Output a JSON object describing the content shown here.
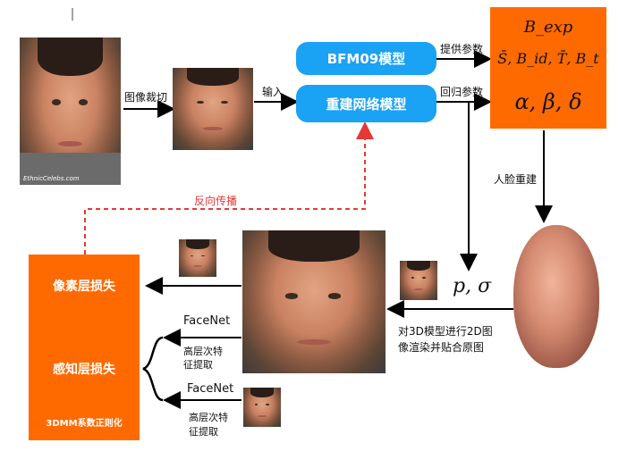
{
  "labels": {
    "crop": "图像裁切",
    "input": "输入",
    "provide_params": "提供参数",
    "regress_params": "回归参数",
    "face_recon": "人脸重建",
    "backprop": "反向传播",
    "render_line1": "对3D模型进行2D图",
    "render_line2": "像渲染并贴合原图",
    "facenet_1": "FaceNet",
    "facenet_2": "FaceNet",
    "feat_1_line1": "高层次特",
    "feat_1_line2": "征提取",
    "feat_2_line1": "高层次特",
    "feat_2_line2": "征提取"
  },
  "buttons": {
    "bfm": "BFM09模型",
    "network": "重建网络模型"
  },
  "param_box": {
    "line1": "B_exp",
    "line2": "S̄, B_id, T̄, B_t",
    "line3": "α, β, δ"
  },
  "loss_box": {
    "pixel_loss": "像素层损失",
    "perceptual_loss": "感知层损失",
    "regularization": "3DMM系数正则化"
  },
  "pose_symbols": "p, σ",
  "watermark": "EthnicCelebs.com",
  "colors": {
    "blue": "#1aa2f4",
    "orange": "#ff6a00",
    "red_dashed": "#e53935"
  }
}
